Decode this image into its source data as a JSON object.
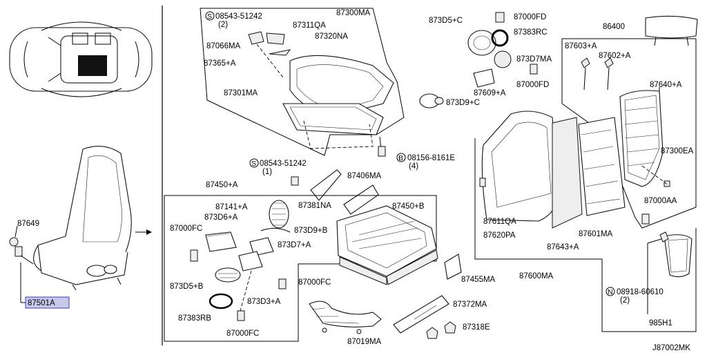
{
  "diagram_id": "J87002MK",
  "highlighted_part": "87501A",
  "overview": {
    "seat_label": "87649",
    "highlight_label": "87501A"
  },
  "labels": {
    "p08543_51242_top": "08543-51242",
    "p08543_51242_top_qty": "(2)",
    "p87300MA": "87300MA",
    "p87311QA": "87311QA",
    "p87320NA": "87320NA",
    "p87066MA": "87066MA",
    "p87365A": "87365+A",
    "p87301MA": "87301MA",
    "p873D5C": "873D5+C",
    "p87000FD_top": "87000FD",
    "p87383RC": "87383RC",
    "p873D7MA": "873D7MA",
    "p87000FD_mid": "87000FD",
    "p87609A": "87609+A",
    "p873D9C": "873D9+C",
    "p86400": "86400",
    "p87603A": "87603+A",
    "p87602A": "87602+A",
    "p87640A": "87640+A",
    "p87300EA": "87300EA",
    "p87000AA": "87000AA",
    "p08156_8161E": "08156-8161E",
    "p08156_8161E_qty": "(4)",
    "p08543_51242_mid": "08543-51242",
    "p08543_51242_mid_qty": "(1)",
    "p87406MA": "87406MA",
    "p87381NA": "87381NA",
    "p87450A": "87450+A",
    "p87141A": "87141+A",
    "p873D6A": "873D6+A",
    "p87000FC_left": "87000FC",
    "p873D9B": "873D9+B",
    "p873D7A": "873D7+A",
    "p87450B": "87450+B",
    "p873D5B": "873D5+B",
    "p87000FC_mid": "87000FC",
    "p873D3A": "873D3+A",
    "p87383RB": "87383RB",
    "p87000FC_bot": "87000FC",
    "p87019MA": "87019MA",
    "p87372MA": "87372MA",
    "p87318E": "87318E",
    "p87455MA": "87455MA",
    "p87611QA": "87611QA",
    "p87620PA": "87620PA",
    "p87643A": "87643+A",
    "p87601MA": "87601MA",
    "p87600MA": "87600MA",
    "p08918_60610": "08918-60610",
    "p08918_60610_qty": "(2)",
    "p985H1": "985H1"
  },
  "symbols": {
    "s": "S",
    "b": "B",
    "n": "N"
  }
}
